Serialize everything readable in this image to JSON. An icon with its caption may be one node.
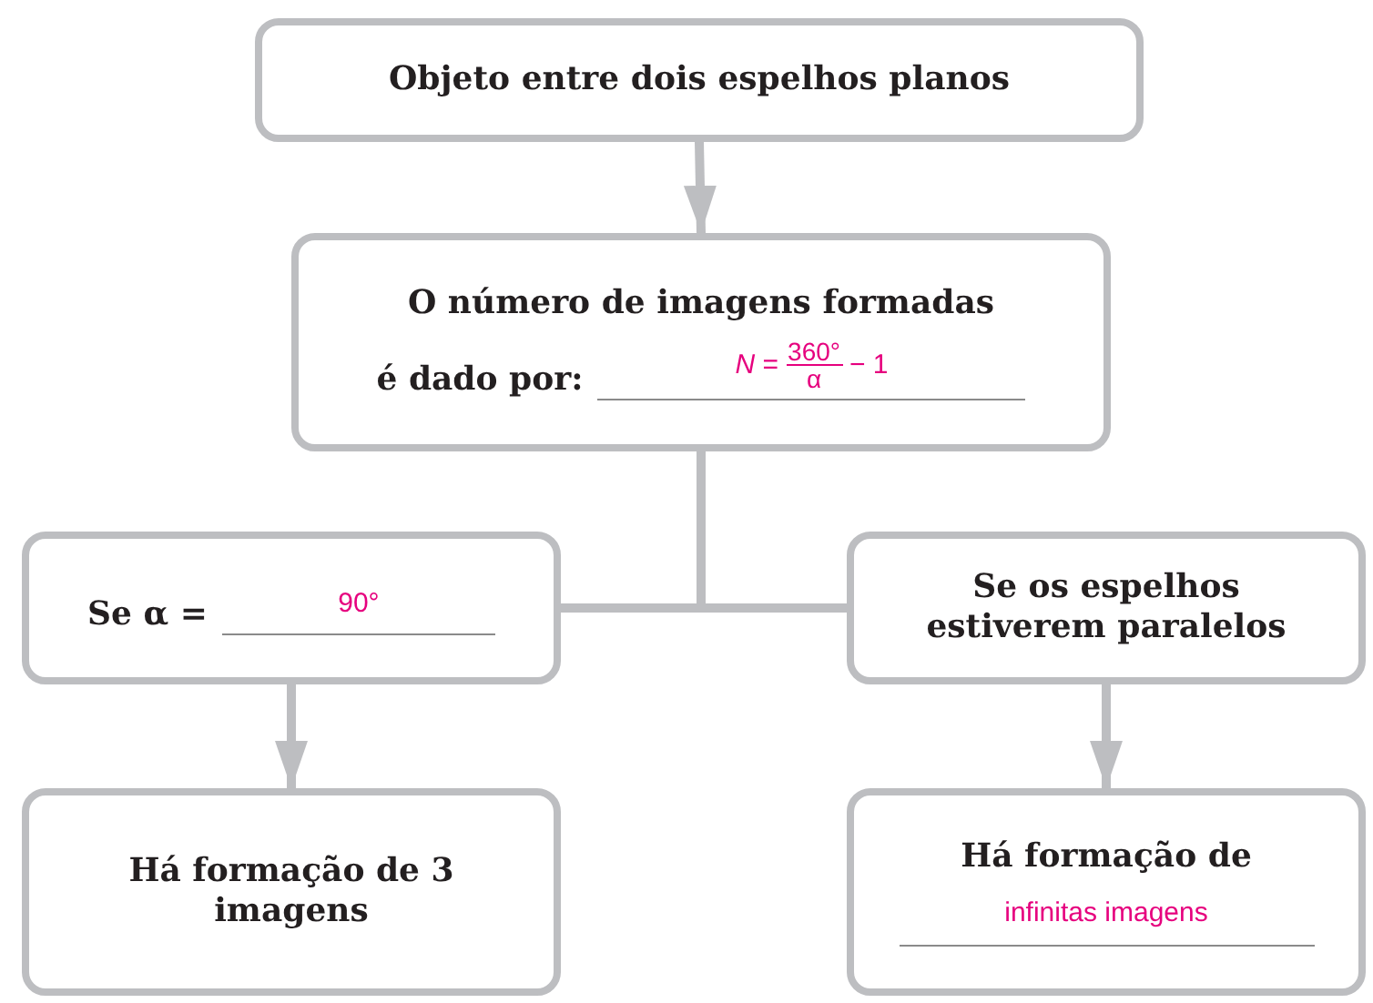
{
  "diagram": {
    "nodes": [
      {
        "text": [
          "Objeto entre dois espelhos planos"
        ]
      },
      {
        "text": [
          "O número de imagens formadas",
          "é dado por:",
          "*N* =",
          "360°",
          "α",
          "− 1"
        ]
      },
      {
        "text": [
          "Se α =",
          "90°"
        ]
      },
      {
        "text": [
          "Se os espelhos estiverem paralelos"
        ]
      },
      {
        "text": [
          "Há formação de 3 imagens"
        ]
      },
      {
        "text": [
          "Há formação de",
          "infinitas imagens"
        ]
      }
    ],
    "edges": [
      {
        "from": 0,
        "to": 1,
        "arrow": "to"
      },
      {
        "from": 1,
        "to": 2,
        "arrow": "none"
      },
      {
        "from": 1,
        "to": 3,
        "arrow": "none"
      },
      {
        "from": 2,
        "to": 4,
        "arrow": "to"
      },
      {
        "from": 3,
        "to": 5,
        "arrow": "to"
      }
    ]
  }
}
